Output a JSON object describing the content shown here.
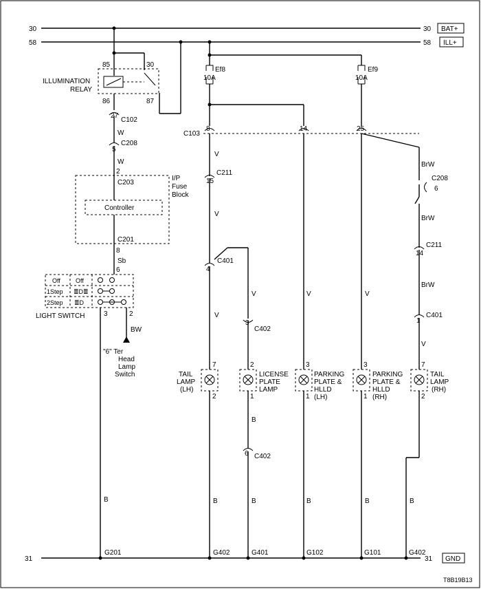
{
  "rails": {
    "bat_num": "30",
    "bat_label": "BAT+",
    "ill_num": "58",
    "ill_label": "ILL+",
    "gnd_num": "31",
    "gnd_label": "GND"
  },
  "relay": {
    "label1": "ILLUMINATION",
    "label2": "RELAY",
    "p85": "85",
    "p30": "30",
    "p86": "86",
    "p87": "87"
  },
  "fuses": [
    {
      "name": "Ef8",
      "rating": "10A"
    },
    {
      "name": "Ef9",
      "rating": "10A"
    }
  ],
  "connectors": {
    "c102": "C102",
    "c102_pin": "27",
    "c208": "C208",
    "c208_pin": "5",
    "c203": "C203",
    "c203_pin": "2",
    "c201": "C201",
    "c201_pin": "8",
    "c103": "C103",
    "c103_p1": "8",
    "c103_p2": "14",
    "c103_p3": "25",
    "c211": "C211",
    "c211_pin_l": "15",
    "c211_pin_r": "14",
    "c208_r_pin": "6",
    "c401": "C401",
    "c401_pin_l": "4",
    "c401_pin_r": "1",
    "c402": "C402",
    "c402_pin_a": "3",
    "c402_pin_b": "6"
  },
  "fuse_block": {
    "title1": "I/P",
    "title2": "Fuse",
    "title3": "Block",
    "controller": "Controller"
  },
  "switch": {
    "label": "LIGHT SWITCH",
    "row0": "Off",
    "row0b": "Off",
    "row1": "1Step",
    "row2": "2Step",
    "pin_in": "6",
    "pin3": "3",
    "pin2": "2"
  },
  "headlamp": {
    "l1": "\"6\" Ter",
    "l2": "Head",
    "l3": "Lamp",
    "l4": "Switch"
  },
  "wires": {
    "W": "W",
    "Sb": "Sb",
    "V": "V",
    "BrW": "BrW",
    "B": "B",
    "BW": "BW"
  },
  "lamps": [
    {
      "l1": "TAIL",
      "l2": "LAMP",
      "l3": "(LH)",
      "pin_top": "7",
      "pin_bot": "2"
    },
    {
      "l1": "LICENSE",
      "l2": "PLATE",
      "l3": "LAMP",
      "pin_top": "2",
      "pin_bot": "1"
    },
    {
      "l1": "PARKING",
      "l2": "PLATE &",
      "l3": "HLLD",
      "l4": "(LH)",
      "pin_top": "3",
      "pin_bot": "1"
    },
    {
      "l1": "PARKING",
      "l2": "PLATE &",
      "l3": "HLLD",
      "l4": "(RH)",
      "pin_top": "3",
      "pin_bot": "1"
    },
    {
      "l1": "TAIL",
      "l2": "LAMP",
      "l3": "(RH)",
      "pin_top": "7",
      "pin_bot": "2"
    }
  ],
  "grounds": [
    "G201",
    "G402",
    "G401",
    "G102",
    "G101",
    "G402"
  ],
  "code": "T8B19B13"
}
